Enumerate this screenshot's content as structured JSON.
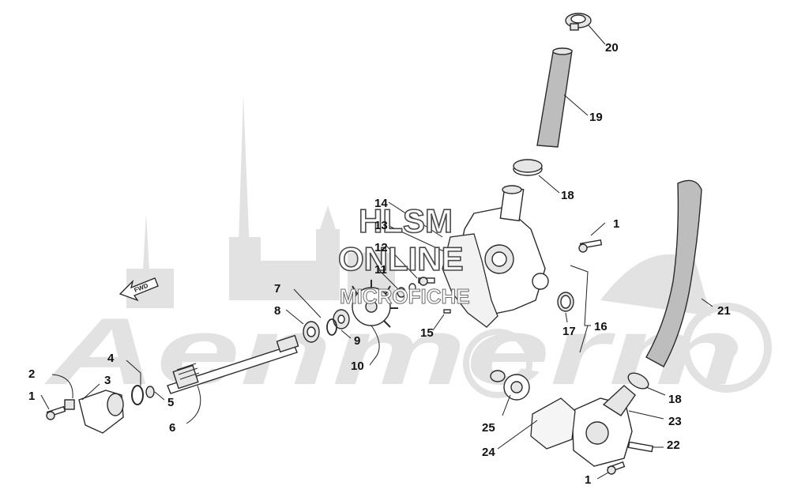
{
  "watermark": {
    "line1": "HLSM",
    "line2": "ONLINE",
    "line3": "MICROFICHE",
    "background_brand": "Aenmerm"
  },
  "fwd_label": "FWD",
  "colors": {
    "ink": "#222222",
    "watermark": "#d9d9d9"
  },
  "callouts": [
    {
      "id": "c20",
      "label": "20"
    },
    {
      "id": "c19",
      "label": "19"
    },
    {
      "id": "c18a",
      "label": "18"
    },
    {
      "id": "c14",
      "label": "14"
    },
    {
      "id": "c13",
      "label": "13"
    },
    {
      "id": "c12",
      "label": "12"
    },
    {
      "id": "c11",
      "label": "11"
    },
    {
      "id": "c1a",
      "label": "1"
    },
    {
      "id": "c7",
      "label": "7"
    },
    {
      "id": "c8",
      "label": "8"
    },
    {
      "id": "c9",
      "label": "9"
    },
    {
      "id": "c10",
      "label": "10"
    },
    {
      "id": "c15",
      "label": "15"
    },
    {
      "id": "c17",
      "label": "17"
    },
    {
      "id": "c16",
      "label": "16"
    },
    {
      "id": "c21",
      "label": "21"
    },
    {
      "id": "c18b",
      "label": "18"
    },
    {
      "id": "c23",
      "label": "23"
    },
    {
      "id": "c22",
      "label": "22"
    },
    {
      "id": "c1b",
      "label": "1"
    },
    {
      "id": "c25",
      "label": "25"
    },
    {
      "id": "c24",
      "label": "24"
    },
    {
      "id": "c4",
      "label": "4"
    },
    {
      "id": "c2",
      "label": "2"
    },
    {
      "id": "c3",
      "label": "3"
    },
    {
      "id": "c1c",
      "label": "1"
    },
    {
      "id": "c5",
      "label": "5"
    },
    {
      "id": "c6",
      "label": "6"
    }
  ]
}
